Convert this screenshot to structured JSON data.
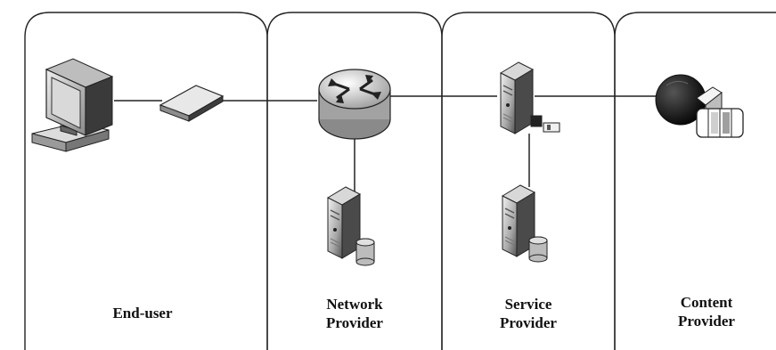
{
  "zones": [
    {
      "id": "end-user",
      "lines": [
        "End-user"
      ]
    },
    {
      "id": "network-provider",
      "lines": [
        "Network",
        "Provider"
      ]
    },
    {
      "id": "service-provider",
      "lines": [
        "Service",
        "Provider"
      ]
    },
    {
      "id": "content-provider",
      "lines": [
        "Content",
        "Provider"
      ]
    }
  ],
  "devices": [
    {
      "id": "monitor",
      "icon": "computer-monitor-icon",
      "zone": "end-user"
    },
    {
      "id": "modem",
      "icon": "modem-icon",
      "zone": "end-user"
    },
    {
      "id": "router",
      "icon": "router-icon",
      "zone": "network-provider"
    },
    {
      "id": "network-server",
      "icon": "server-icon",
      "zone": "network-provider"
    },
    {
      "id": "service-server",
      "icon": "server-icon",
      "zone": "service-provider"
    },
    {
      "id": "service-db-server",
      "icon": "server-icon",
      "zone": "service-provider"
    },
    {
      "id": "content-media",
      "icon": "media-content-icon",
      "zone": "content-provider"
    }
  ],
  "links": [
    [
      "monitor",
      "modem"
    ],
    [
      "modem",
      "router"
    ],
    [
      "router",
      "service-server"
    ],
    [
      "service-server",
      "content-media"
    ],
    [
      "router",
      "network-server"
    ],
    [
      "service-server",
      "service-db-server"
    ]
  ],
  "colors": {
    "stroke": "#222222",
    "icon_dark": "#333333",
    "icon_mid": "#9a9a9a",
    "icon_light": "#e6e6e6"
  }
}
